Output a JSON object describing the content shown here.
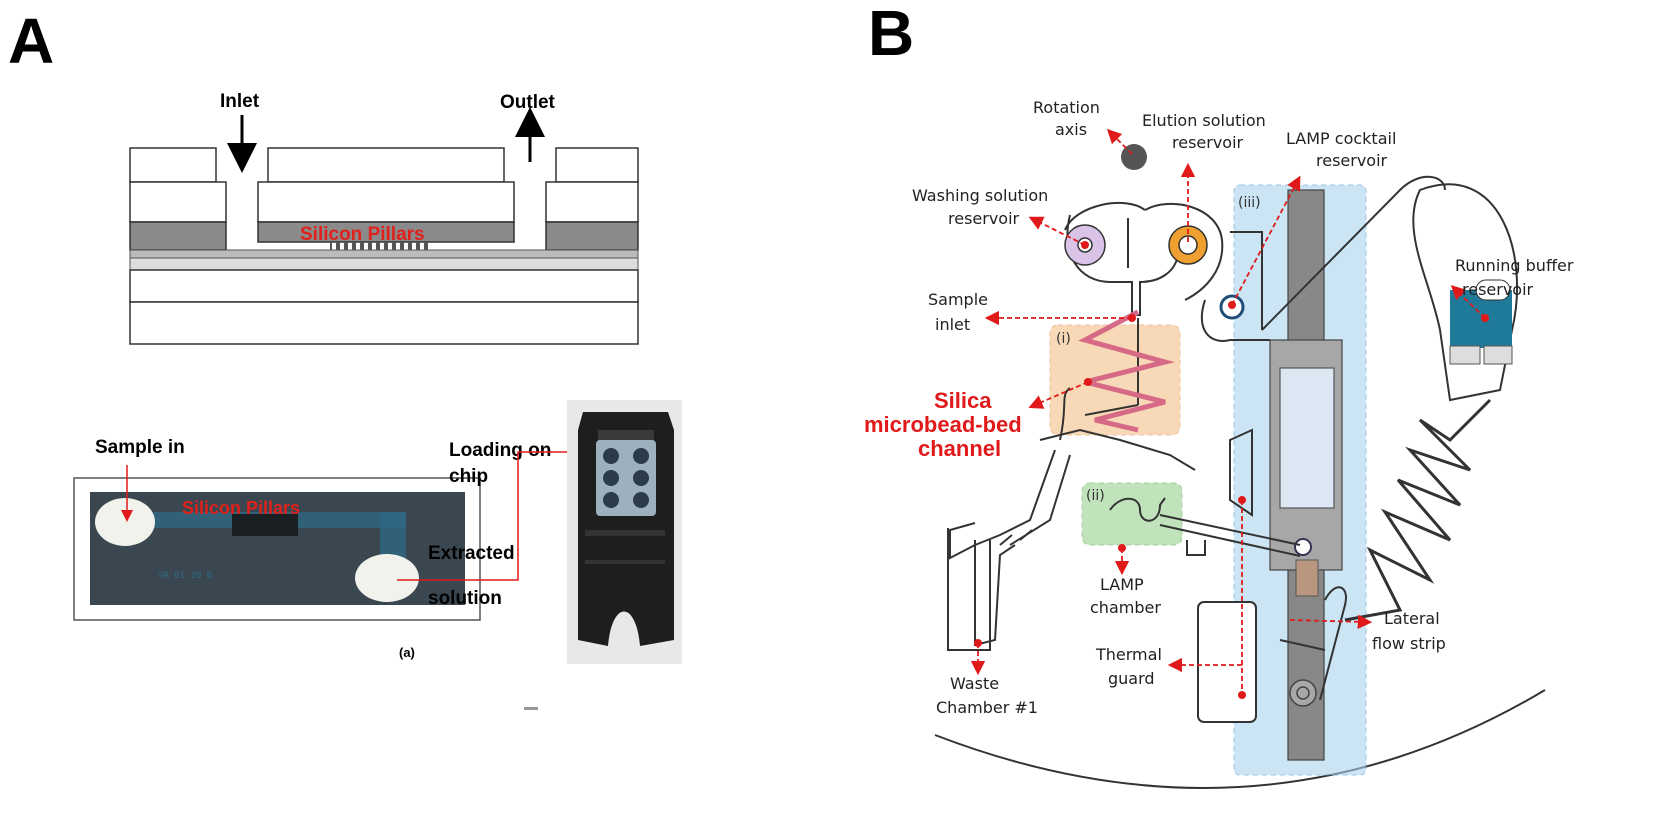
{
  "panel_a": {
    "letter": "A",
    "inlet": "Inlet",
    "outlet": "Outlet",
    "silicon_pillars_top": "Silicon Pillars",
    "sample_in": "Sample in",
    "silicon_pillars_chip": "Silicon Pillars",
    "chip_text": "SR 01 20 B",
    "extracted_1": "Extracted",
    "extracted_2": "solution",
    "loading_1": "Loading on",
    "loading_2": "chip",
    "caption": "(a)"
  },
  "panel_b": {
    "letter": "B",
    "rotation_1": "Rotation",
    "rotation_2": "axis",
    "elution_1": "Elution solution",
    "elution_2": "reservoir",
    "lamp_cocktail_1": "LAMP cocktail",
    "lamp_cocktail_2": "reservoir",
    "washing_1": "Washing solution",
    "washing_2": "reservoir",
    "running_1": "Running buffer",
    "running_2": "reservoir",
    "sample_inlet_1": "Sample",
    "sample_inlet_2": "inlet",
    "silica_1": "Silica",
    "silica_2": "microbead-bed",
    "silica_3": "channel",
    "region_i": "(i)",
    "region_ii": "(ii)",
    "region_iii": "(iii)",
    "lamp_chamber_1": "LAMP",
    "lamp_chamber_2": "chamber",
    "lateral_1": "Lateral",
    "lateral_2": "flow strip",
    "thermal_1": "Thermal",
    "thermal_2": "guard",
    "waste_1": "Waste",
    "waste_2": "Chamber #1"
  },
  "colors": {
    "red_label": "#e0201b",
    "wash_reservoir": "#d9c3e6",
    "elution_reservoir": "#f0a030",
    "running_buffer": "#1f7a9a",
    "region_i": "#f6c99a",
    "region_ii": "#a8d8a0",
    "region_iii": "#a9d4ef"
  }
}
